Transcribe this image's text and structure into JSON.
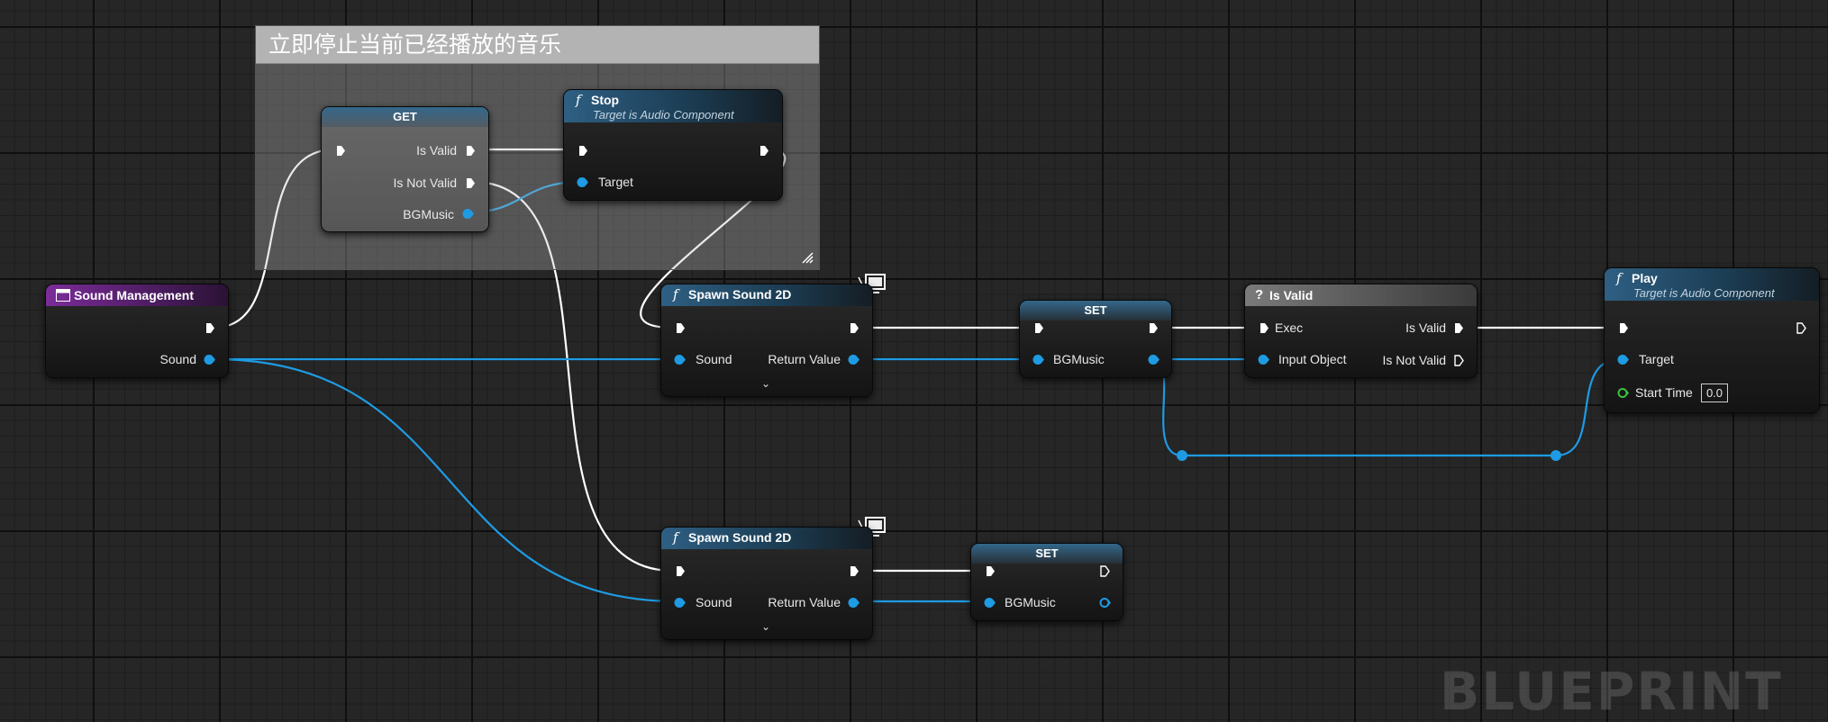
{
  "comment": {
    "title": "立即停止当前已经播放的音乐"
  },
  "watermark": "BLUEPRINT",
  "nodes": {
    "get": {
      "title": "GET",
      "is_valid": "Is Valid",
      "is_not_valid": "Is Not Valid",
      "bgmusic": "BGMusic"
    },
    "stop": {
      "title": "Stop",
      "subtitle": "Target is Audio Component",
      "target": "Target"
    },
    "sound_management": {
      "title": "Sound Management",
      "sound": "Sound"
    },
    "spawn1": {
      "title": "Spawn Sound 2D",
      "sound": "Sound",
      "return_value": "Return Value"
    },
    "set1": {
      "title": "SET",
      "bgmusic": "BGMusic"
    },
    "isvalid": {
      "title": "Is Valid",
      "exec": "Exec",
      "is_valid": "Is Valid",
      "input_object": "Input Object",
      "is_not_valid": "Is Not Valid"
    },
    "play": {
      "title": "Play",
      "subtitle": "Target is Audio Component",
      "target": "Target",
      "start_time": "Start Time",
      "start_time_value": "0.0"
    },
    "spawn2": {
      "title": "Spawn Sound 2D",
      "sound": "Sound",
      "return_value": "Return Value"
    },
    "set2": {
      "title": "SET",
      "bgmusic": "BGMusic"
    }
  },
  "colors": {
    "exec_wire": "#ffffff",
    "object_wire": "#1e9be3",
    "start_time_pin": "#3ac43a"
  }
}
